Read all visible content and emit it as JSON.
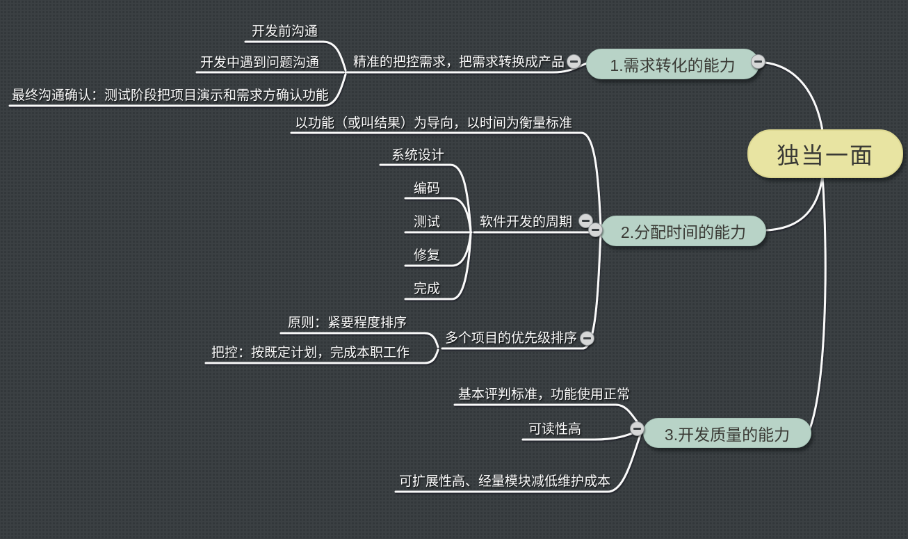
{
  "colors": {
    "canvas_bg": "#3b4043",
    "canvas_dot": "#32373a",
    "line_color": "#fafafa",
    "topic_text": "#fcfcfc",
    "pill_text": "#3a3a35",
    "central_fill": "#e8e4a2",
    "central_edge": "#ddd892",
    "branch_fill": "#b8d3c7",
    "branch_edge": "#a8c5b8",
    "icon_fill": "#d6d7d7",
    "icon_glyph": "#3b4043"
  },
  "icons": {
    "collapse": "minus-circle"
  },
  "mindmap": {
    "central": "独当一面",
    "branch1": {
      "label": "1.需求转化的能力",
      "topic": {
        "label": "精准的把控需求，把需求转换成产品",
        "children": [
          "开发前沟通",
          "开发中遇到问题沟通",
          "最终沟通确认：测试阶段把项目演示和需求方确认功能"
        ]
      }
    },
    "branch2": {
      "label": "2.分配时间的能力",
      "topics": [
        {
          "label": "以功能（或叫结果）为导向，以时间为衡量标准",
          "children": []
        },
        {
          "label": "软件开发的周期",
          "children": [
            "系统设计",
            "编码",
            "测试",
            "修复",
            "完成"
          ]
        },
        {
          "label": "多个项目的优先级排序",
          "children": [
            "原则：紧要程度排序",
            "把控：按既定计划，完成本职工作"
          ]
        }
      ]
    },
    "branch3": {
      "label": "3.开发质量的能力",
      "topics": [
        {
          "label": "基本评判标准，功能使用正常"
        },
        {
          "label": "可读性高"
        },
        {
          "label": "可扩展性高、经量模块减低维护成本"
        }
      ]
    }
  }
}
